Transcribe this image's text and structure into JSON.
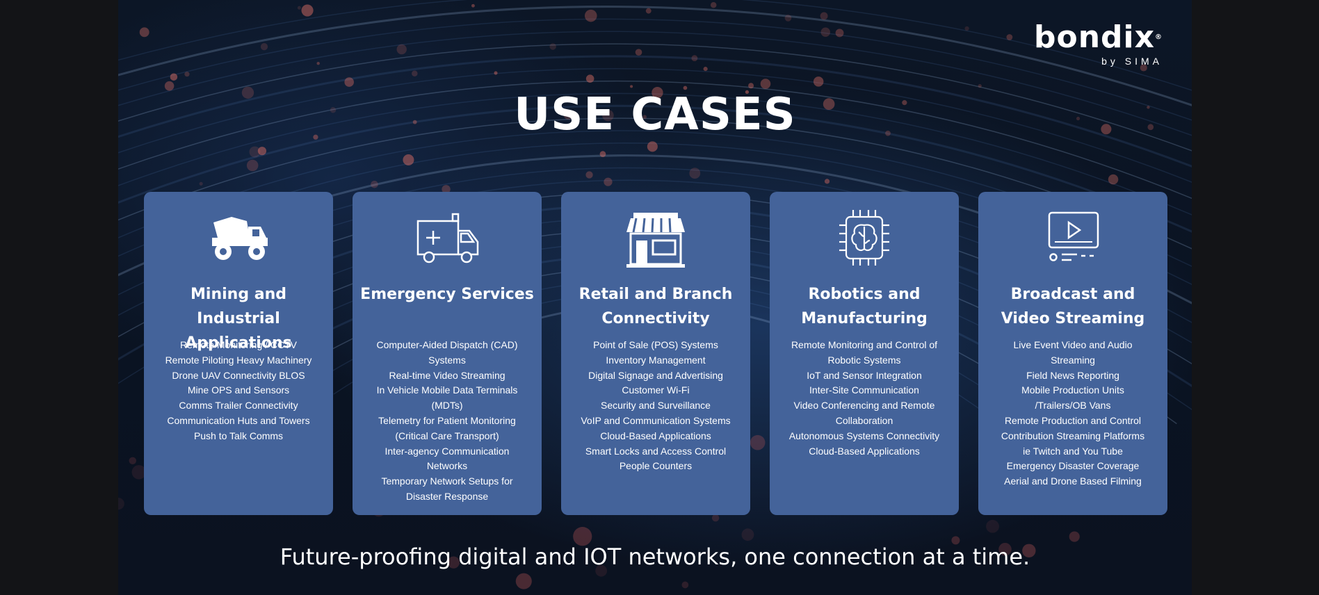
{
  "logo": {
    "word": "bondix",
    "reg": "®",
    "sub": "by SIMA"
  },
  "title": "USE CASES",
  "cards": [
    {
      "icon": "mining-truck-icon",
      "title": "Mining and Industrial\nApplications",
      "items": [
        "Remote Monitoring / CCTV",
        "Remote Piloting Heavy Machinery",
        "Drone UAV Connectivity BLOS",
        "Mine OPS and Sensors",
        "Comms Trailer Connectivity",
        "Communication Huts and Towers",
        "Push to Talk Comms"
      ]
    },
    {
      "icon": "ambulance-icon",
      "title": "Emergency Services",
      "items": [
        "Computer-Aided Dispatch (CAD)",
        "Systems",
        "Real-time Video Streaming",
        "In Vehicle Mobile Data Terminals",
        "(MDTs)",
        "Telemetry for Patient Monitoring",
        "(Critical Care Transport)",
        "Inter-agency Communication",
        "Networks",
        "Temporary Network Setups for",
        "Disaster Response"
      ]
    },
    {
      "icon": "storefront-icon",
      "title": "Retail and Branch\nConnectivity",
      "items": [
        "Point of Sale (POS) Systems",
        "Inventory Management",
        "Digital Signage and Advertising",
        "Customer Wi-Fi",
        "Security and Surveillance",
        "VoIP and Communication Systems",
        "Cloud-Based Applications",
        "Smart Locks and Access Control",
        "People Counters"
      ]
    },
    {
      "icon": "brain-chip-icon",
      "title": "Robotics and\nManufacturing",
      "items": [
        "Remote Monitoring and Control of",
        "Robotic Systems",
        "IoT and Sensor Integration",
        "Inter-Site Communication",
        "Video Conferencing and Remote",
        "Collaboration",
        "Autonomous Systems Connectivity",
        "Cloud-Based Applications"
      ]
    },
    {
      "icon": "video-player-icon",
      "title": "Broadcast  and\nVideo Streaming",
      "items": [
        "Live Event Video and Audio",
        "Streaming",
        "Field News Reporting",
        "Mobile Production Units",
        "/Trailers/OB Vans",
        "Remote Production and Control",
        "Contribution Streaming Platforms",
        "ie Twitch and You Tube",
        "Emergency Disaster Coverage",
        "Aerial and Drone Based Filming"
      ]
    }
  ],
  "footer": "Future-proofing  digital and IOT networks, one connection at a time."
}
